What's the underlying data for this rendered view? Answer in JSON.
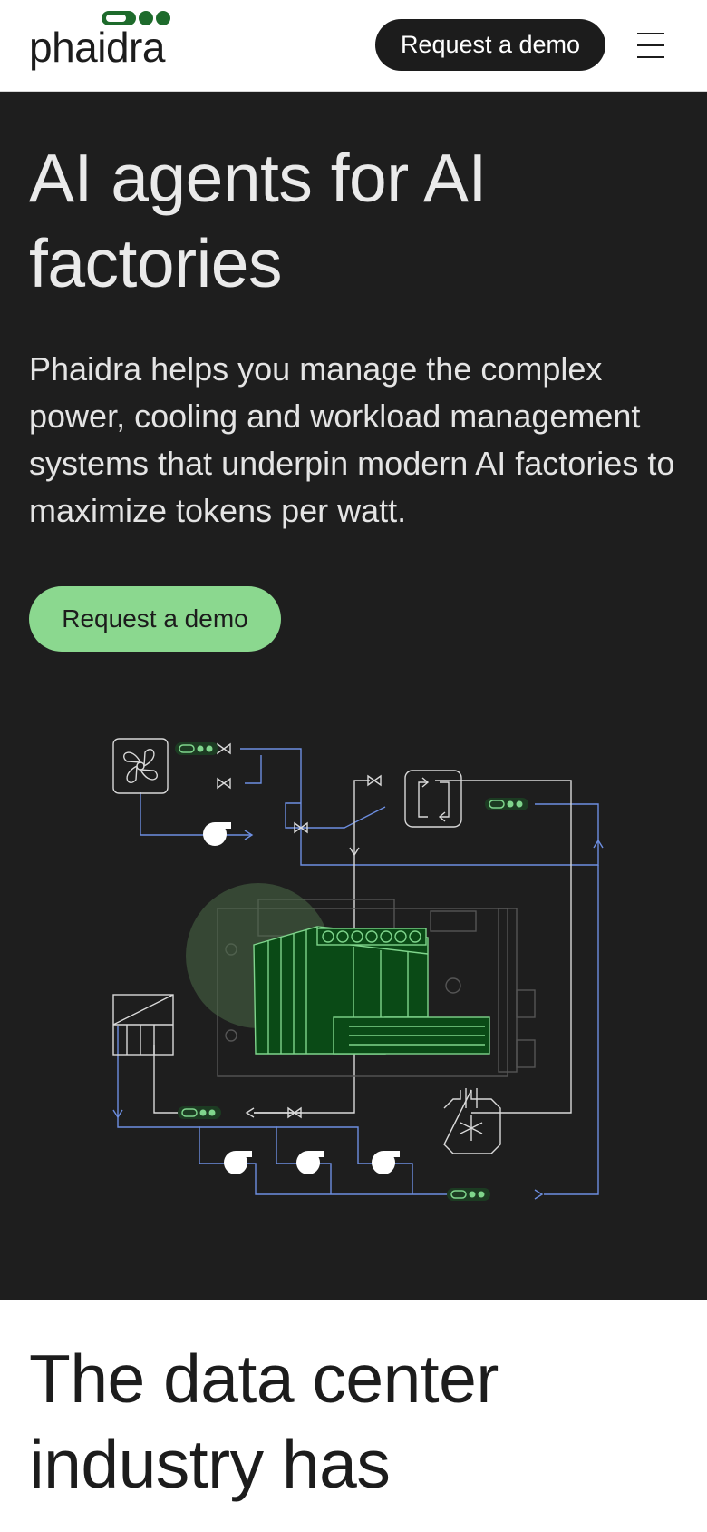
{
  "header": {
    "logo_text": "phaidra",
    "demo_button": "Request a demo",
    "menu_icon": "hamburger-menu-icon"
  },
  "hero": {
    "title": "AI agents for AI factories",
    "subtitle": "Phaidra helps you manage the complex power, cooling and workload management systems that underpin modern AI factories to maximize tokens per watt.",
    "cta": "Request a demo"
  },
  "section2": {
    "title": "The data center industry has"
  },
  "colors": {
    "hero_bg": "#1e1e1e",
    "accent_green": "#8bd88f",
    "brand_green": "#1e6b2c",
    "diagram_blue": "#6d8ee0",
    "diagram_white": "#d9d9d9",
    "server_green": "#0a4a16"
  }
}
